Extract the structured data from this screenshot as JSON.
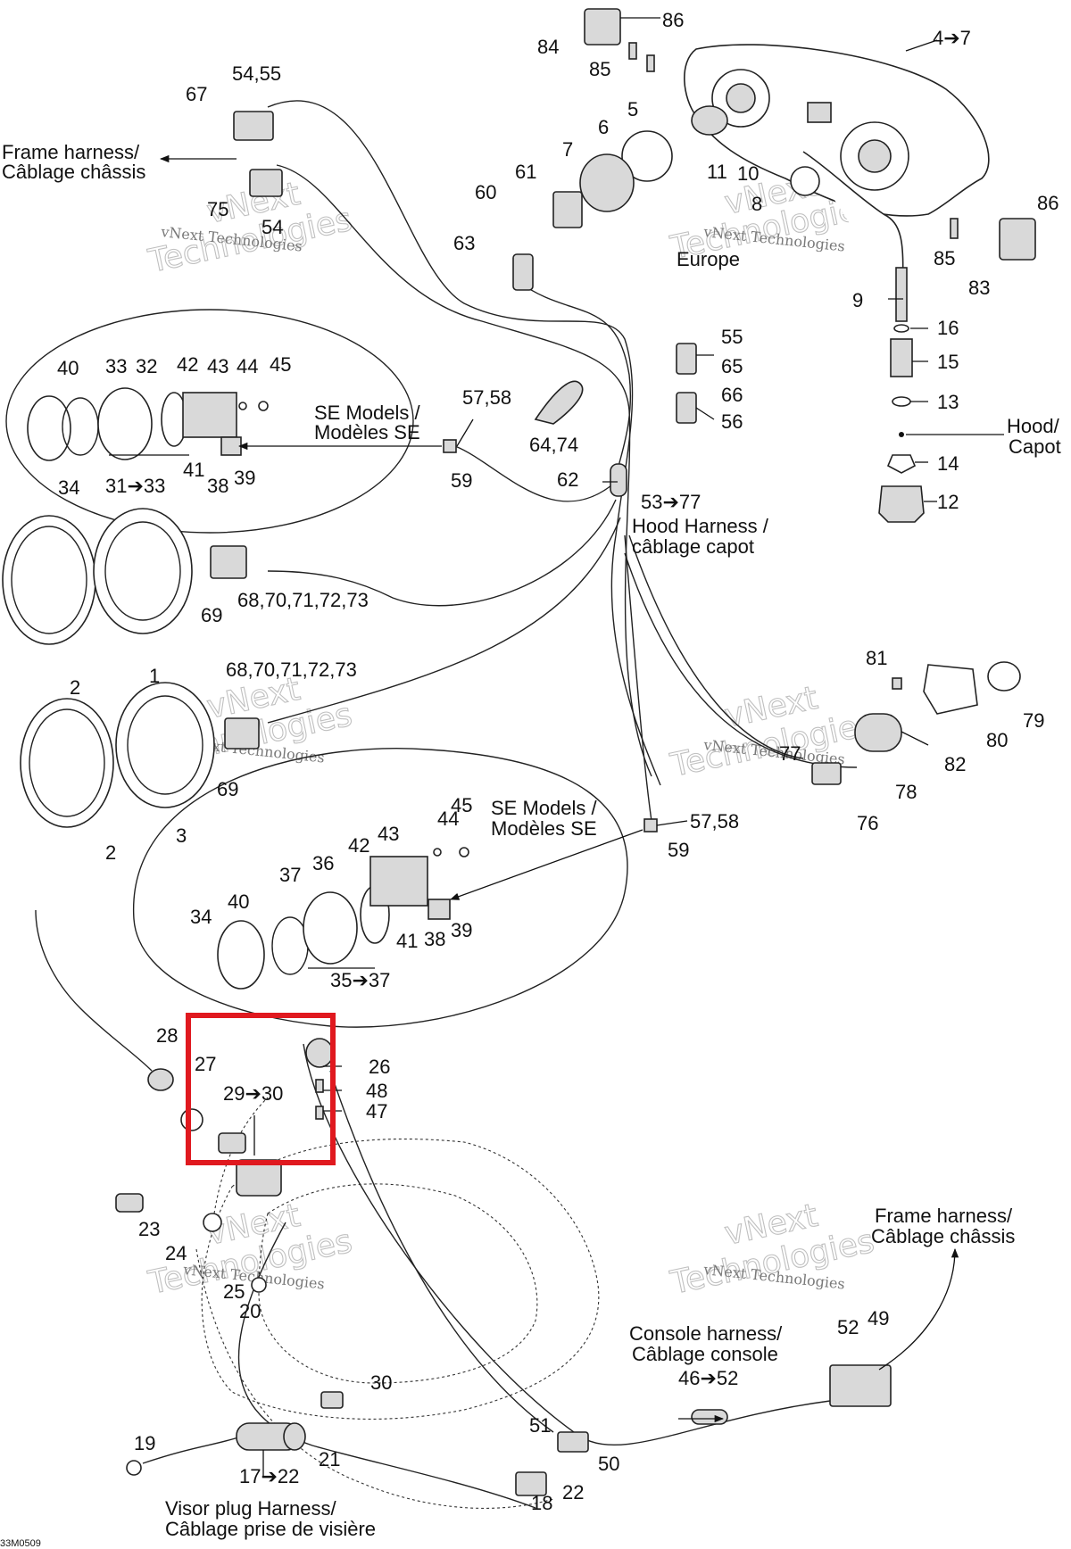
{
  "figure_code": "33M0509",
  "watermark": {
    "small": "vNext Technologies",
    "big": "Technologies",
    "big_top": "vNext"
  },
  "highlight_color": "#e0191f",
  "labels": {
    "n84": "84",
    "n86a": "86",
    "n85a": "85",
    "n4to7": "4➔7",
    "n54_55": "54,55",
    "n67": "67",
    "n5": "5",
    "n6": "6",
    "n7": "7",
    "n61": "61",
    "n60": "60",
    "n11": "11",
    "n10": "10",
    "n8": "8",
    "n86b": "86",
    "n85b": "85",
    "n83": "83",
    "europe": "Europe",
    "n75": "75",
    "n54": "54",
    "n63": "63",
    "n9": "9",
    "frame_harness_en": "Frame harness/",
    "frame_harness_fr": "Câblage châssis",
    "n55": "55",
    "n65": "65",
    "n66": "66",
    "n56": "56",
    "n16": "16",
    "n15": "15",
    "n13": "13",
    "n14": "14",
    "n12": "12",
    "hood_en": "Hood/",
    "hood_fr": "Capot",
    "n40a": "40",
    "n33": "33",
    "n32": "32",
    "n42a": "42",
    "n43a": "43",
    "n44a": "44",
    "n45a": "45",
    "se_models_en": "SE Models /",
    "se_models_fr": "Modèles SE",
    "n57_58a": "57,58",
    "n64_74": "64,74",
    "n34a": "34",
    "n31to33": "31➔33",
    "n41a": "41",
    "n38a": "38",
    "n39a": "39",
    "n59a": "59",
    "n62": "62",
    "n53to77": "53➔77",
    "hood_harness_en": "Hood Harness /",
    "hood_harness_fr": "câblage capot",
    "n69a": "69",
    "n68_73a": "68,70,71,72,73",
    "n2a": "2",
    "n1": "1",
    "n68_73b": "68,70,71,72,73",
    "n69b": "69",
    "n2b": "2",
    "n3": "3",
    "n81": "81",
    "n79": "79",
    "n80": "80",
    "n77": "77",
    "n82": "82",
    "n78": "78",
    "n76": "76",
    "n44b": "44",
    "n45b": "45",
    "n43b": "43",
    "n42b": "42",
    "se_models_en_b": "SE Models /",
    "se_models_fr_b": "Modèles SE",
    "n57_58b": "57,58",
    "n59b": "59",
    "n37": "37",
    "n36": "36",
    "n40b": "40",
    "n34b": "34",
    "n41b": "41",
    "n38b": "38",
    "n39b": "39",
    "n35to37": "35➔37",
    "n28": "28",
    "n27": "27",
    "n29to30": "29➔30",
    "n26": "26",
    "n48": "48",
    "n47": "47",
    "n23": "23",
    "n24": "24",
    "n25": "25",
    "n20": "20",
    "frame_harness_en_b": "Frame harness/",
    "frame_harness_fr_b": "Câblage châssis",
    "console_en": "Console harness/",
    "console_fr": "Câblage console",
    "n46to52": "46➔52",
    "n52": "52",
    "n49": "49",
    "n30": "30",
    "n19": "19",
    "n21": "21",
    "n17to22": "17➔22",
    "n51": "51",
    "n50": "50",
    "n18": "18",
    "n22": "22",
    "visor_en": "Visor plug Harness/",
    "visor_fr": "Câblage prise de visière"
  }
}
